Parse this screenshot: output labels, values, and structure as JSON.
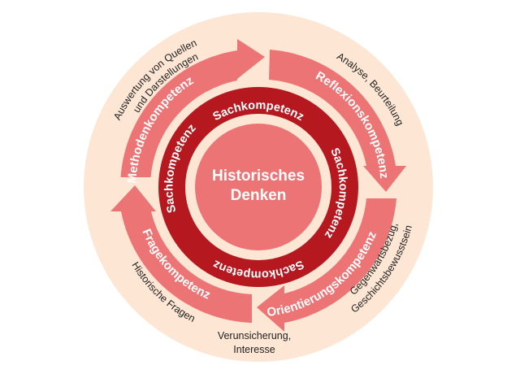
{
  "diagram": {
    "colors": {
      "background": "#ffffff",
      "outer_disc": "#fde6d4",
      "arrow": "#ec7474",
      "ring": "#b5191f",
      "core": "#ec7474",
      "label_text": "#ffffff",
      "annotation_text": "#222222"
    },
    "center": {
      "line1": "Historisches",
      "line2": "Denken"
    },
    "inner_ring": {
      "labels": [
        "Sachkompetenz",
        "Sachkompetenz",
        "Sachkompetenz",
        "Sachkompetenz"
      ]
    },
    "cycle": [
      {
        "label": "Methodenkompetenz",
        "annotation_line1": "Auswertung von Quellen",
        "annotation_line2": "und Darstellungen"
      },
      {
        "label": "Reflexionskompetenz",
        "annotation_line1": "Analyse, Beurteilung"
      },
      {
        "label": "Orientierungskompetenz",
        "annotation_line1": "Gegenwartsbezug,",
        "annotation_line2": "Geschichtsbewusstsein"
      },
      {
        "label": "Fragekompetenz",
        "annotation_line1": "Historische Fragen"
      }
    ],
    "bottom_annotation": {
      "line1": "Verunsicherung,",
      "line2": "Interesse"
    }
  }
}
